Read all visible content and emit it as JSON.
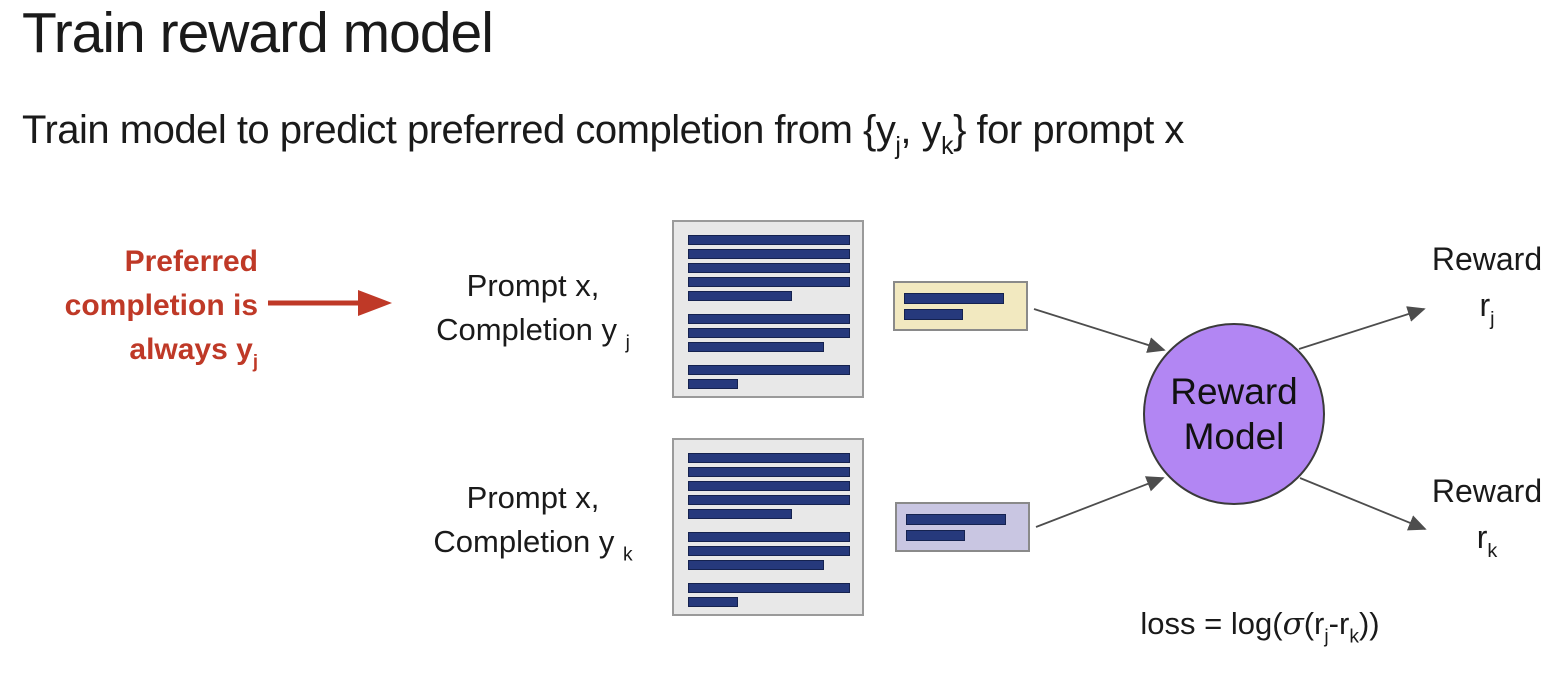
{
  "slide": {
    "title": "Train reward model",
    "subtitle": {
      "pre": "Train model to predict preferred completion from {y",
      "sub_j": "j",
      "mid": ", y",
      "sub_k": "k",
      "post": "} for prompt x"
    },
    "note": {
      "line1": "Preferred",
      "line2": "completion is",
      "line3_pre": "always y",
      "line3_sub": "j"
    },
    "pair_j": {
      "line1": "Prompt x,",
      "line2_pre": "Completion y",
      "line2_sub": "j"
    },
    "pair_k": {
      "line1": "Prompt x,",
      "line2_pre": "Completion y",
      "line2_sub": "k"
    },
    "document_icon": {
      "widths": [
        100,
        100,
        100,
        100,
        64,
        100,
        100,
        84,
        100,
        30
      ],
      "breaks": [
        5,
        8
      ]
    },
    "snippet_j": {
      "widths": [
        87,
        50
      ],
      "breaks": []
    },
    "snippet_k": {
      "widths": [
        87,
        50
      ],
      "breaks": []
    },
    "reward_model": {
      "line1": "Reward",
      "line2": "Model"
    },
    "reward_j": {
      "line1": "Reward",
      "line2_pre": "r",
      "line2_sub": "j"
    },
    "reward_k": {
      "line1": "Reward",
      "line2_pre": "r",
      "line2_sub": "k"
    },
    "loss": {
      "pre": "loss = log(",
      "sigma": "σ",
      "mid": "(r",
      "sub_j": "j",
      "minus": "-r",
      "sub_k": "k",
      "post": "))"
    }
  },
  "colors": {
    "text": "#1a1a1a",
    "red": "#bf3927",
    "navy": "#26397c",
    "doc_bg": "#e8e8e8",
    "doc_border": "#9a9a9a",
    "yellow_bg": "#f2e9c0",
    "lavender_bg": "#c9c6e2",
    "snippet_border": "#8a8a8a",
    "purple": "#b286f3",
    "arrow": "#4d4d4d"
  }
}
